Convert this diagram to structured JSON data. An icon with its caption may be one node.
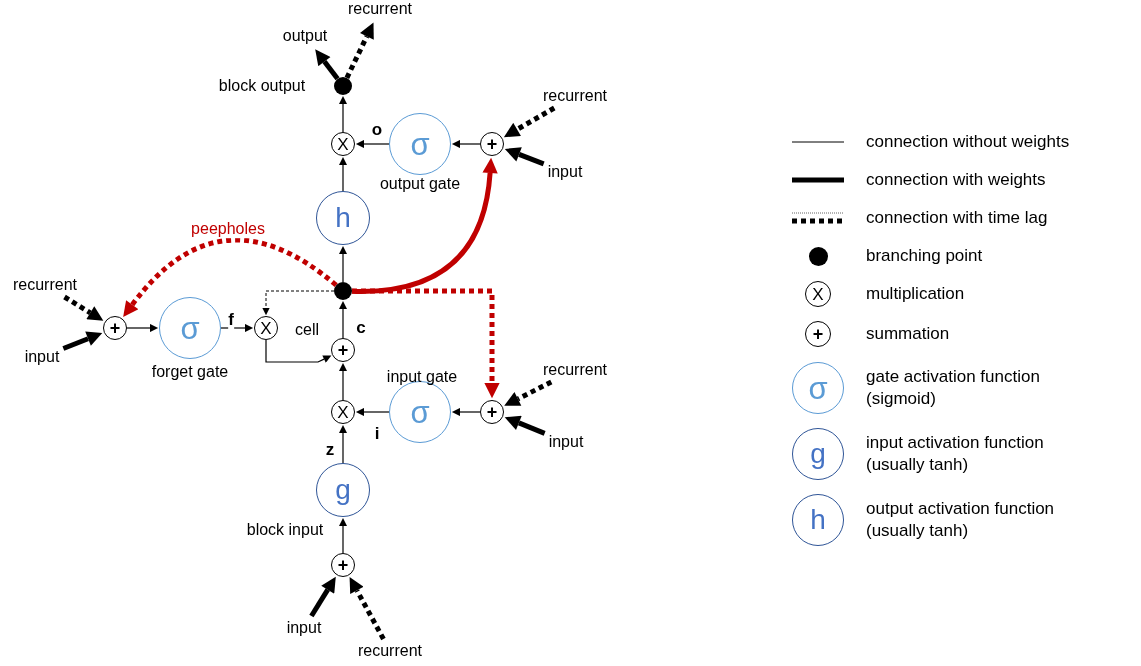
{
  "diagram": {
    "nodes": [
      {
        "text": [
          "recurrent"
        ]
      },
      {
        "text": [
          "output"
        ]
      },
      {
        "text": [],
        "shape": "circle",
        "beside": [
          "block output"
        ]
      },
      {
        "text": [
          "recurrent"
        ]
      },
      {
        "text": [
          "X"
        ]
      },
      {
        "text": [
          "σ"
        ],
        "beside": [
          "output gate"
        ]
      },
      {
        "text": [
          "+"
        ]
      },
      {
        "text": [
          "input"
        ]
      },
      {
        "text": [
          "h"
        ]
      },
      {
        "text": [],
        "shape": "circle"
      },
      {
        "text": [
          "recurrent"
        ]
      },
      {
        "text": [
          "+"
        ]
      },
      {
        "text": [
          "σ"
        ],
        "beside": [
          "forget gate"
        ]
      },
      {
        "text": [
          "X"
        ]
      },
      {
        "text": [
          "input"
        ]
      },
      {
        "text": [
          "+"
        ]
      },
      {
        "text": [
          "recurrent"
        ]
      },
      {
        "text": [
          "X"
        ]
      },
      {
        "text": [
          "σ"
        ],
        "beside": [
          "input gate"
        ]
      },
      {
        "text": [
          "+"
        ]
      },
      {
        "text": [
          "input"
        ]
      },
      {
        "text": [
          "g"
        ],
        "beside": [
          "block input"
        ]
      },
      {
        "text": [
          "+"
        ]
      },
      {
        "text": [
          "input"
        ]
      },
      {
        "text": [
          "recurrent"
        ]
      }
    ],
    "edges": [
      {
        "from": 2,
        "to": 1,
        "arrow": "to",
        "style": "thick"
      },
      {
        "from": 2,
        "to": 0,
        "arrow": "to",
        "style": "dashed"
      },
      {
        "from": 4,
        "to": 2,
        "arrow": "to"
      },
      {
        "from": 5,
        "to": 4,
        "arrow": "to",
        "label": "o"
      },
      {
        "from": 6,
        "to": 5,
        "arrow": "to"
      },
      {
        "from": 3,
        "to": 6,
        "arrow": "to",
        "style": "dashed"
      },
      {
        "from": 7,
        "to": 6,
        "arrow": "to",
        "style": "thick"
      },
      {
        "from": 8,
        "to": 4,
        "arrow": "to"
      },
      {
        "from": 9,
        "to": 8,
        "arrow": "to"
      },
      {
        "from": 9,
        "to": 6,
        "arrow": "to",
        "style": "thick",
        "color": "#c00000"
      },
      {
        "from": 9,
        "to": 11,
        "arrow": "to",
        "style": "dashed",
        "color": "#c00000",
        "label": "peepholes"
      },
      {
        "from": 9,
        "to": 19,
        "arrow": "to",
        "style": "dashed",
        "color": "#c00000"
      },
      {
        "from": 9,
        "to": 13,
        "arrow": "to",
        "style": "dashed"
      },
      {
        "from": 10,
        "to": 11,
        "arrow": "to",
        "style": "dashed"
      },
      {
        "from": 14,
        "to": 11,
        "arrow": "to",
        "style": "thick"
      },
      {
        "from": 11,
        "to": 12,
        "arrow": "to"
      },
      {
        "from": 12,
        "to": 13,
        "arrow": "to",
        "label": "f"
      },
      {
        "from": 13,
        "to": 15,
        "arrow": "to"
      },
      {
        "from": 15,
        "to": 9,
        "arrow": "to",
        "label": "c"
      },
      {
        "from": 17,
        "to": 15,
        "arrow": "to"
      },
      {
        "from": 18,
        "to": 17,
        "arrow": "to",
        "label": "i"
      },
      {
        "from": 19,
        "to": 18,
        "arrow": "to"
      },
      {
        "from": 16,
        "to": 19,
        "arrow": "to",
        "style": "dashed"
      },
      {
        "from": 20,
        "to": 19,
        "arrow": "to",
        "style": "thick"
      },
      {
        "from": 21,
        "to": 17,
        "arrow": "to",
        "label": "z"
      },
      {
        "from": 22,
        "to": 21,
        "arrow": "to"
      },
      {
        "from": 23,
        "to": 22,
        "arrow": "to",
        "style": "thick"
      },
      {
        "from": 24,
        "to": 22,
        "arrow": "to",
        "style": "dashed"
      }
    ],
    "labels": [
      "cell",
      "X",
      "+",
      "σ",
      "g",
      "h"
    ],
    "legend": [
      {
        "text": "connection without weights"
      },
      {
        "text": "connection with weights"
      },
      {
        "text": "connection with time lag"
      },
      {
        "text": "branching point"
      },
      {
        "text": "multiplication"
      },
      {
        "text": "summation"
      },
      {
        "text": "gate activation function (sigmoid)"
      },
      {
        "text": "input activation function (usually tanh)"
      },
      {
        "text": "output activation function (usually tanh)"
      }
    ]
  }
}
